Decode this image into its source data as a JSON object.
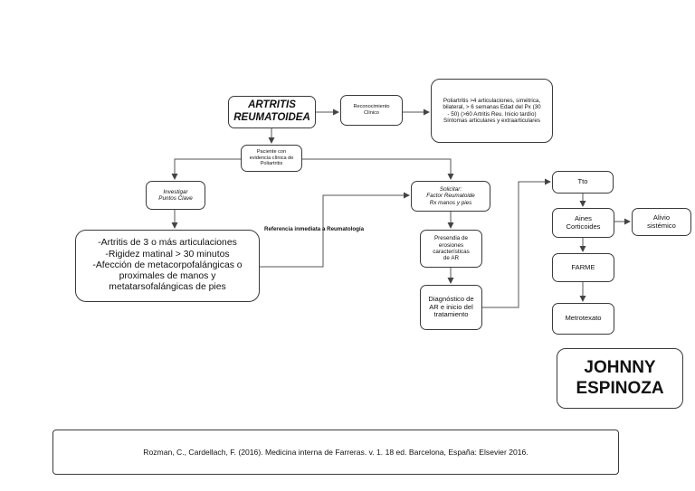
{
  "diagram": {
    "nodes": {
      "ar": "ARTRITIS\nREUMATOIDEA",
      "reconocimiento": "Reconocimiento\nClínico",
      "poliartritis": "Poliartritis >4 articulaciones, simétrica,\nbilateral, > 6 semanas  Edad del Px (30\n- 50) (>60 Artritis Reu. Inicio tardío)\nSíntomas articulares y extraarticulares",
      "paciente": "Paciente con\nevidencia clínica de\nPoliartritis",
      "investigar": "Investigar\nPuntos Clave",
      "criterios": "-Artritis de 3 o más articulaciones\n-Rigidez matinal > 30 minutos\n-Afección de metacorpofalángicas o\nproximales de manos y\nmetatarsofalángicas de pies",
      "solicitar": "Solicitar:\nFactor Reumatoide\nRx manos y pies",
      "presencia": "Presendia de\nerosiones\ncaracterísticas\nde AR",
      "diagnostico": "Diagnóstico de\nAR e inicio del\ntratamiento",
      "tto": "Tto",
      "aines": "Aines\nCorticoides",
      "alivio": "Alivio\nsistémico",
      "farme": "FARME",
      "metrotexato": "Metrotexato"
    },
    "edge_label": "Referencia inmediata a Reumatología",
    "author": "JOHNNY\nESPINOZA",
    "reference": "Rozman, C., Cardellach, F. (2016). Medicina interna de Farreras. v. 1. 18 ed. Barcelona, España: Elsevier 2016."
  }
}
